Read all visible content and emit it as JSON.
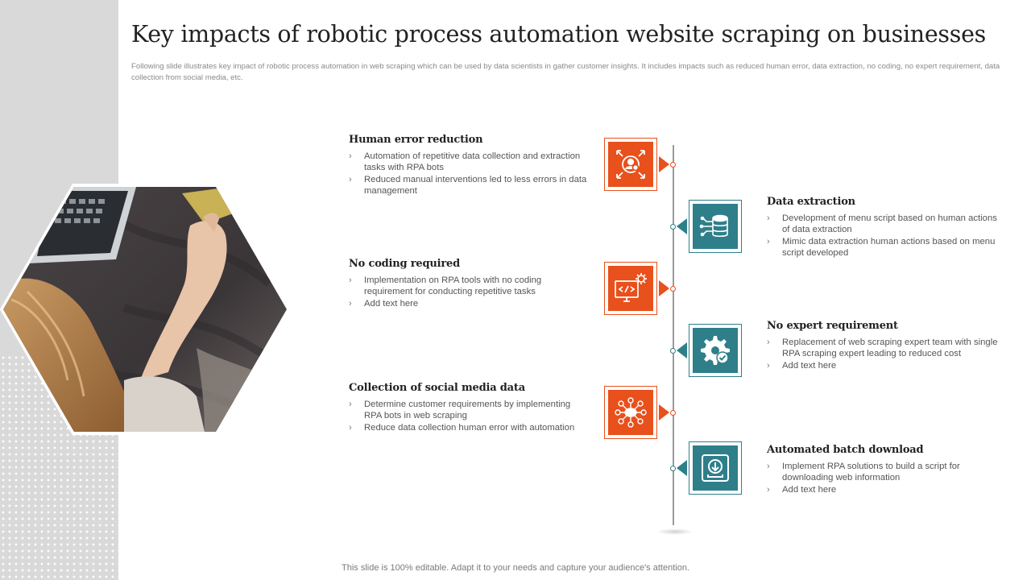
{
  "slide": {
    "title": "Key impacts of robotic process automation website scraping on businesses",
    "subtitle": "Following slide illustrates key impact of robotic process automation in  web scraping which can be used by data scientists in gather customer insights. It includes impacts such as reduced human error, data extraction, no coding, no expert requirement, data collection from social media, etc.",
    "footer": "This slide is 100% editable. Adapt it to your needs and capture your audience's attention."
  },
  "colors": {
    "accent_orange": "#e8501c",
    "accent_teal": "#2e7f8a",
    "side_band": "#d9d9d9"
  },
  "left_items": [
    {
      "title": "Human error reduction",
      "icon": "user-target-icon",
      "bullets": [
        "Automation of repetitive data collection and extraction tasks with RPA bots",
        "Reduced manual interventions led to less errors in data management"
      ]
    },
    {
      "title": "No coding required",
      "icon": "code-monitor-gear-icon",
      "bullets": [
        "Implementation on RPA tools with no coding requirement for conducting repetitive tasks",
        "Add text here"
      ]
    },
    {
      "title": "Collection of social media data",
      "icon": "social-network-icon",
      "bullets": [
        "Determine customer requirements by implementing RPA bots in web scraping",
        "Reduce data collection human error with automation"
      ]
    }
  ],
  "right_items": [
    {
      "title": "Data extraction",
      "icon": "database-network-icon",
      "bullets": [
        "Development of menu script based on human actions of data extraction",
        "Mimic data extraction  human actions based on menu script developed"
      ]
    },
    {
      "title": "No expert requirement",
      "icon": "gear-check-icon",
      "bullets": [
        "Replacement of web scraping expert team with single RPA scraping expert leading to reduced cost",
        "Add text here"
      ]
    },
    {
      "title": "Automated batch download",
      "icon": "download-icon",
      "bullets": [
        "Implement RPA solutions to build a script for downloading web information",
        "Add text here"
      ]
    }
  ]
}
